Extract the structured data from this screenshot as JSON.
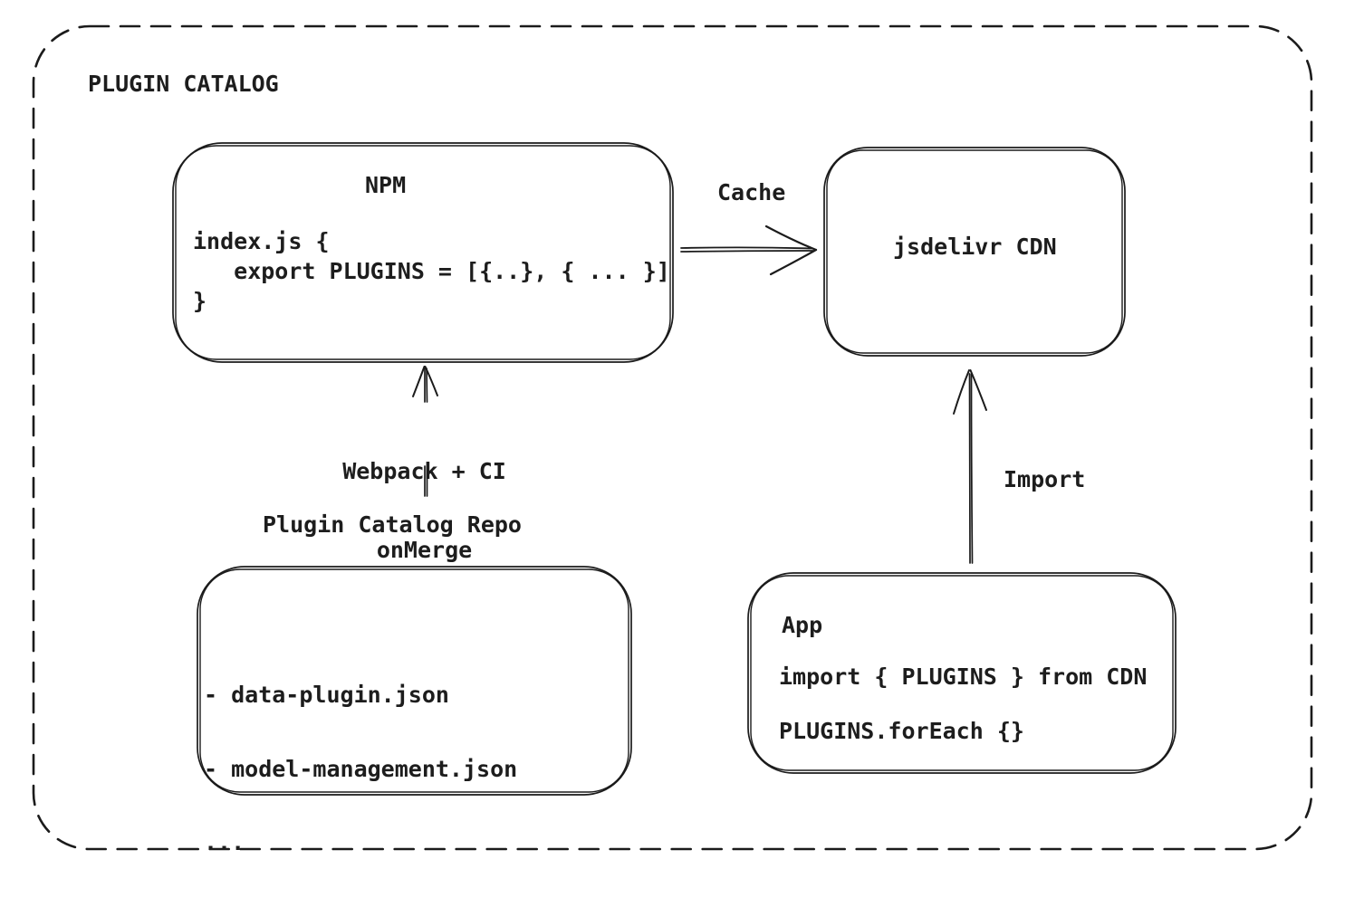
{
  "diagram": {
    "title": "PLUGIN CATALOG",
    "nodes": {
      "npm": {
        "title": "NPM",
        "code": "index.js {\n   export PLUGINS = [{..}, { ... }]\n}"
      },
      "cdn": {
        "label": "jsdelivr CDN"
      },
      "repo": {
        "label": "Plugin Catalog Repo",
        "files": [
          "- data-plugin.json",
          "- model-management.json",
          "..."
        ]
      },
      "app": {
        "title": "App",
        "code_line_1": "import { PLUGINS } from CDN",
        "code_line_2": "PLUGINS.forEach {}"
      }
    },
    "edges": {
      "cache": {
        "label": "Cache",
        "from": "NPM",
        "to": "jsdelivr CDN"
      },
      "build": {
        "label_line_1": "Webpack + CI",
        "label_line_2": "onMerge",
        "from": "Plugin Catalog Repo",
        "to": "NPM"
      },
      "import": {
        "label": "Import",
        "from": "App",
        "to": "jsdelivr CDN"
      }
    },
    "colors": {
      "stroke": "#1b1b1b",
      "text": "#1d1d1d",
      "background": "#ffffff"
    }
  }
}
